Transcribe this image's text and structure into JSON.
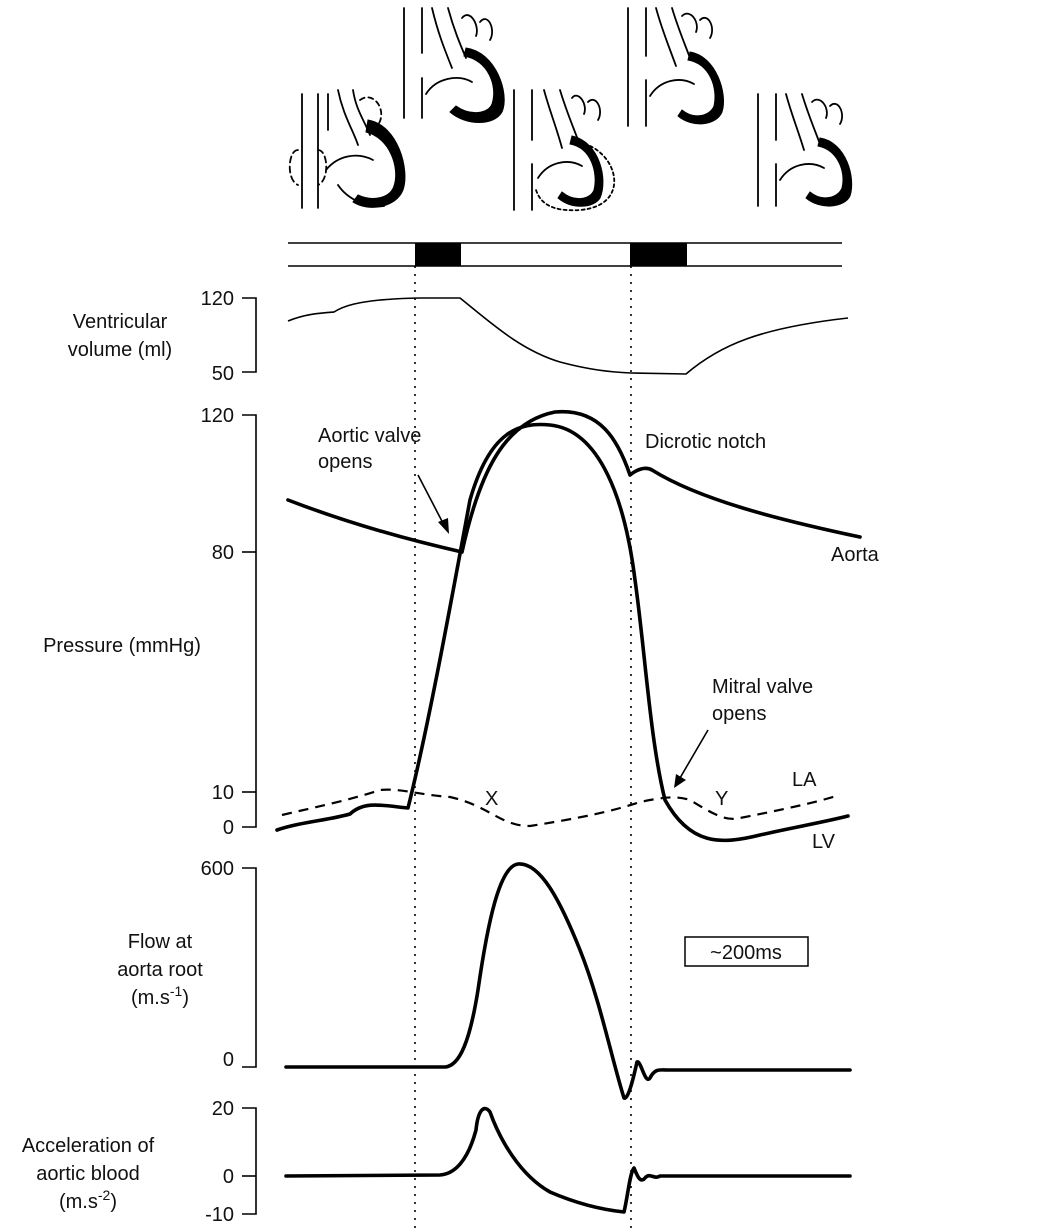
{
  "volume_panel": {
    "ylabel_line1": "Ventricular",
    "ylabel_line2": "volume (ml)",
    "ticks": [
      "120",
      "50"
    ],
    "range": [
      50,
      120
    ]
  },
  "pressure_panel": {
    "ylabel": "Pressure (mmHg)",
    "ticks": [
      "120",
      "80",
      "10",
      "0"
    ],
    "annotations": {
      "aortic_line1": "Aortic valve",
      "aortic_line2": "opens",
      "dicrotic": "Dicrotic notch",
      "mitral_line1": "Mitral valve",
      "mitral_line2": "opens",
      "x_wave": "X",
      "y_wave": "Y"
    },
    "series_labels": {
      "aorta": "Aorta",
      "la": "LA",
      "lv": "LV"
    }
  },
  "flow_panel": {
    "ylabel_line1": "Flow at",
    "ylabel_line2": "aorta root",
    "ylabel_line3_base": "(m.s",
    "ylabel_line3_sup": "-1",
    "ylabel_line3_end": ")",
    "ticks": [
      "600",
      "0"
    ],
    "scale_box": "~200ms"
  },
  "accel_panel": {
    "ylabel_line1": "Acceleration of",
    "ylabel_line2": "aortic blood",
    "ylabel_line3_base": "(m.s",
    "ylabel_line3_sup": "-2",
    "ylabel_line3_end": ")",
    "ticks": [
      "20",
      "0",
      "-10"
    ]
  },
  "heart_icons": [
    "heart-atrial-contraction-icon",
    "heart-isovolumetric-contraction-icon",
    "heart-ejection-icon",
    "heart-isovolumetric-relaxation-icon",
    "heart-filling-icon"
  ]
}
